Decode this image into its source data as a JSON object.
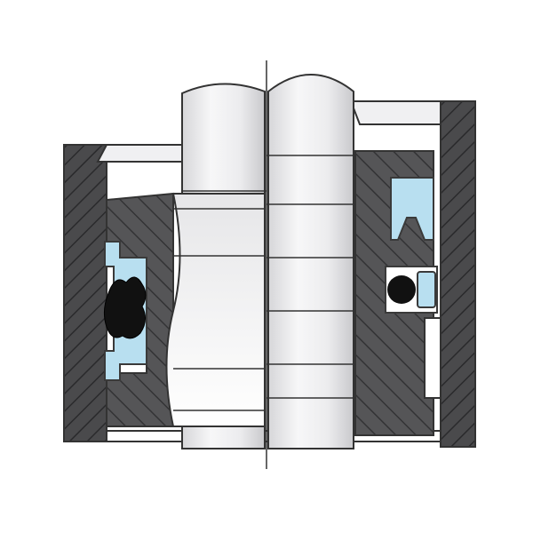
{
  "diagram": {
    "kind": "seal-assembly-cross-section",
    "colors": {
      "background": "#ffffff",
      "housing": "#4a4a4c",
      "housing_hatch": "#2a2a2c",
      "piston": "#555557",
      "rod_light": "#f7f7f8",
      "rod_mid": "#e4e4e6",
      "rod_shadow": "#c9c9cc",
      "seal": "#b8dff0",
      "seal_outline": "#3a3a3a",
      "oring": "#111111",
      "outline": "#333333"
    },
    "parts": [
      {
        "id": "outer-housing-left",
        "material": "steel",
        "hatched": true
      },
      {
        "id": "outer-housing-right",
        "material": "steel",
        "hatched": true
      },
      {
        "id": "piston-rod",
        "material": "chrome",
        "hatched": false
      },
      {
        "id": "piston-head",
        "material": "steel",
        "hatched": true
      },
      {
        "id": "compact-piston-seal",
        "material": "polyurethane",
        "hatched": false
      },
      {
        "id": "u-cup-rod-seal",
        "material": "polyurethane",
        "hatched": false
      },
      {
        "id": "o-ring",
        "material": "nbr",
        "hatched": false
      },
      {
        "id": "backup-ring",
        "material": "ptfe",
        "hatched": false
      }
    ],
    "centerline": "split-view"
  }
}
